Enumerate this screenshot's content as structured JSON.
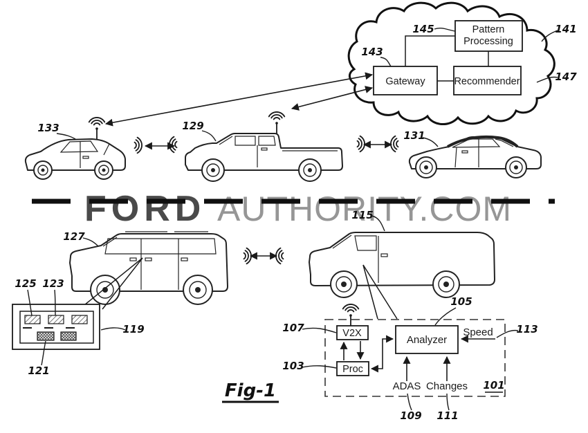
{
  "figure_caption": "Fig-1",
  "watermark": {
    "part1": "FORD",
    "part2": "AUTHORITY.COM"
  },
  "cloud": {
    "ref": "141",
    "pattern_processing": {
      "line1": "Pattern",
      "line2": "Processing",
      "ref": "145"
    },
    "gateway": {
      "label": "Gateway",
      "ref": "143"
    },
    "recommender": {
      "label": "Recommender",
      "ref": "147"
    }
  },
  "vehicles": {
    "hatchback": {
      "ref": "133"
    },
    "pickup": {
      "ref": "129"
    },
    "sedan": {
      "ref": "131"
    },
    "suv": {
      "ref": "127"
    },
    "van": {
      "ref": "115"
    }
  },
  "door_module": {
    "ref": "119",
    "sensor_a_ref": "125",
    "sensor_b_ref": "123",
    "sensor_c_ref": "121"
  },
  "onboard_system": {
    "ref": "101",
    "v2x": {
      "label": "V2X",
      "ref": "107"
    },
    "proc": {
      "label": "Proc",
      "ref": "103"
    },
    "analyzer": {
      "label": "Analyzer",
      "ref": "105"
    },
    "speed": {
      "label": "Speed",
      "ref": "113"
    },
    "adas": {
      "label": "ADAS",
      "ref": "109"
    },
    "changes": {
      "label": "Changes",
      "ref": "111"
    }
  }
}
